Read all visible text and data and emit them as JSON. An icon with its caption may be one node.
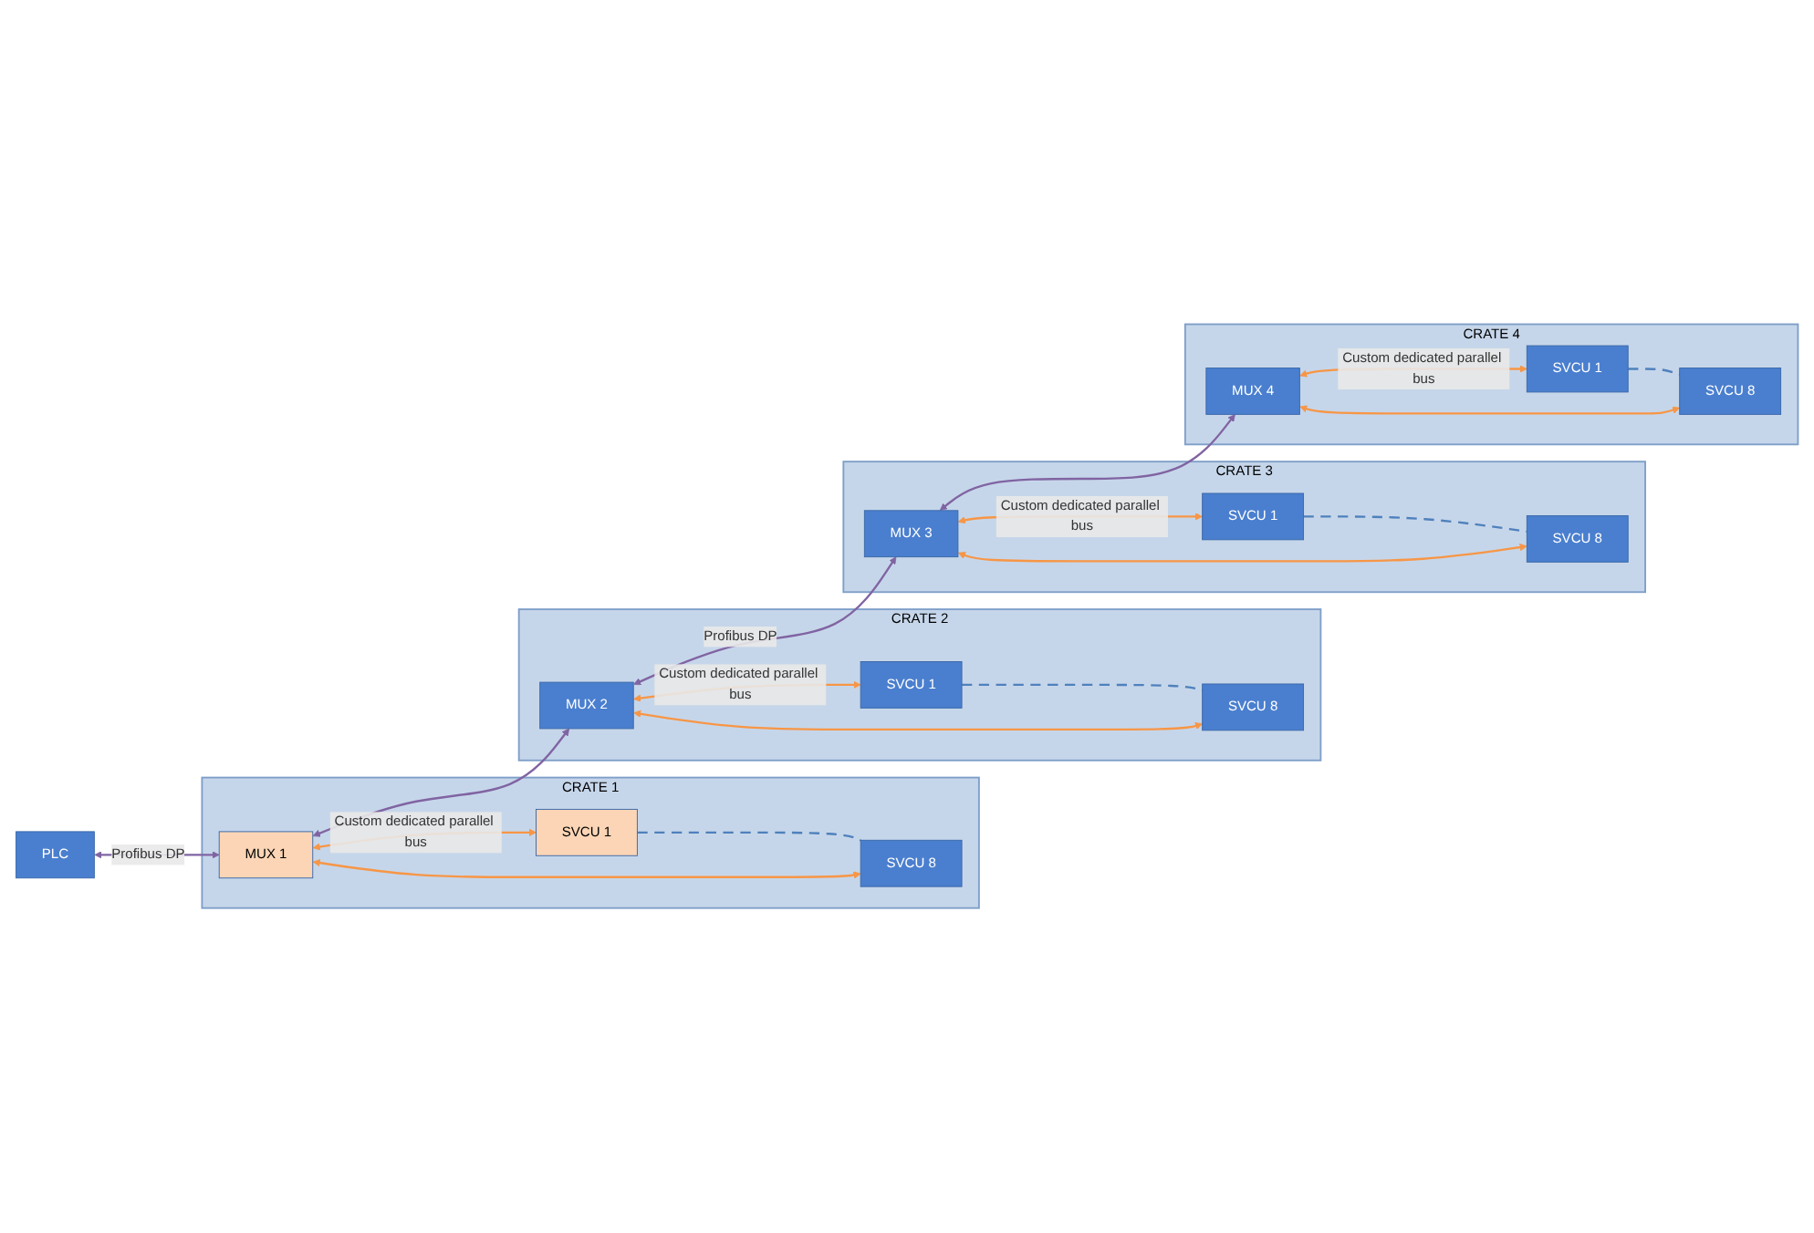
{
  "diagram": {
    "nodes": [
      {
        "text": [
          "PLC"
        ]
      },
      {
        "text": [
          "CRATE 1"
        ]
      },
      {
        "text": [
          "MUX 1"
        ],
        "in": 1
      },
      {
        "text": [
          "SVCU 1"
        ],
        "in": 1
      },
      {
        "text": [
          "SVCU 8"
        ],
        "in": 1
      },
      {
        "text": [
          "CRATE 2"
        ]
      },
      {
        "text": [
          "MUX 2"
        ],
        "in": 5
      },
      {
        "text": [
          "SVCU 1"
        ],
        "in": 5
      },
      {
        "text": [
          "SVCU 8"
        ],
        "in": 5
      },
      {
        "text": [
          "CRATE 3"
        ]
      },
      {
        "text": [
          "MUX 3"
        ],
        "in": 9
      },
      {
        "text": [
          "SVCU 1"
        ],
        "in": 9
      },
      {
        "text": [
          "SVCU 8"
        ],
        "in": 9
      },
      {
        "text": [
          "CRATE 4"
        ]
      },
      {
        "text": [
          "MUX 4"
        ],
        "in": 13
      },
      {
        "text": [
          "SVCU 1"
        ],
        "in": 13
      },
      {
        "text": [
          "SVCU 8"
        ],
        "in": 13
      }
    ],
    "edges": [
      {
        "from": 0,
        "to": 2,
        "arrow": "both",
        "label": "Profibus DP",
        "color": "#8064a2"
      },
      {
        "from": 2,
        "to": 6,
        "arrow": "both",
        "color": "#8064a2"
      },
      {
        "from": 6,
        "to": 10,
        "arrow": "both",
        "label": "Profibus DP",
        "color": "#8064a2"
      },
      {
        "from": 10,
        "to": 14,
        "arrow": "both",
        "color": "#8064a2"
      },
      {
        "from": 2,
        "to": 3,
        "arrow": "both",
        "label": "Custom dedicated parallel bus"
      },
      {
        "from": 2,
        "to": 4,
        "arrow": "both"
      },
      {
        "from": 3,
        "to": 4,
        "arrow": "none",
        "style": "dashed",
        "color": "#4f81bd"
      },
      {
        "from": 6,
        "to": 7,
        "arrow": "both",
        "label": "Custom dedicated parallel bus"
      },
      {
        "from": 6,
        "to": 8,
        "arrow": "both"
      },
      {
        "from": 7,
        "to": 8,
        "arrow": "none",
        "style": "dashed",
        "color": "#4f81bd"
      },
      {
        "from": 10,
        "to": 11,
        "arrow": "both",
        "label": "Custom dedicated parallel bus"
      },
      {
        "from": 10,
        "to": 12,
        "arrow": "both"
      },
      {
        "from": 11,
        "to": 12,
        "arrow": "none",
        "style": "dashed",
        "color": "#4f81bd"
      },
      {
        "from": 14,
        "to": 15,
        "arrow": "both",
        "label": "Custom dedicated parallel bus"
      },
      {
        "from": 14,
        "to": 16,
        "arrow": "both"
      },
      {
        "from": 15,
        "to": 16,
        "arrow": "none",
        "style": "dashed",
        "color": "#4f81bd"
      }
    ]
  }
}
